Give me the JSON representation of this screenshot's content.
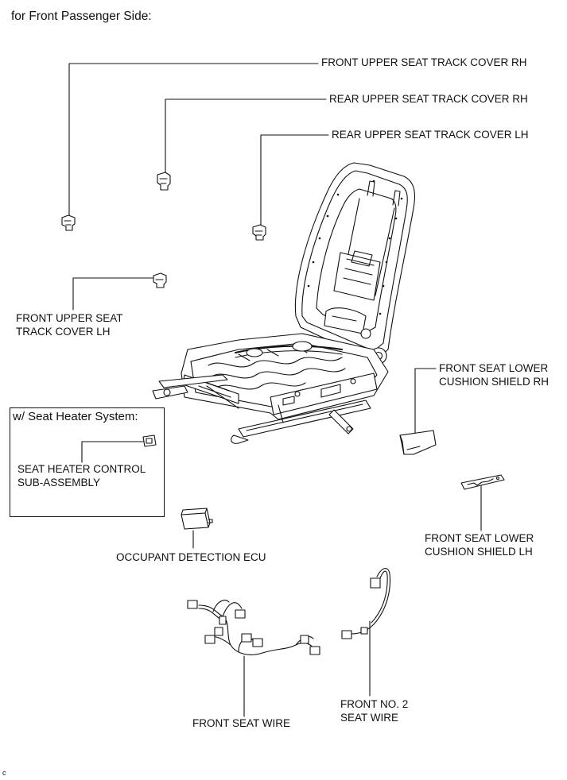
{
  "header": {
    "title": "for Front Passenger Side:"
  },
  "labels": {
    "front_upper_rh": "FRONT UPPER SEAT TRACK COVER RH",
    "rear_upper_rh": "REAR UPPER SEAT TRACK COVER RH",
    "rear_upper_lh": "REAR UPPER SEAT TRACK COVER LH",
    "front_upper_lh_1": "FRONT UPPER SEAT",
    "front_upper_lh_2": "TRACK COVER LH",
    "lower_shield_rh_1": "FRONT SEAT LOWER",
    "lower_shield_rh_2": "CUSHION SHIELD RH",
    "lower_shield_lh_1": "FRONT SEAT LOWER",
    "lower_shield_lh_2": "CUSHION SHIELD LH",
    "heater_box_title": "w/ Seat Heater System:",
    "heater_ctrl_1": "SEAT HEATER CONTROL",
    "heater_ctrl_2": "SUB-ASSEMBLY",
    "occupant_ecu": "OCCUPANT DETECTION ECU",
    "front_seat_wire": "FRONT SEAT WIRE",
    "no2_wire_1": "FRONT NO. 2",
    "no2_wire_2": "SEAT WIRE"
  },
  "footer": {
    "code": "c"
  }
}
